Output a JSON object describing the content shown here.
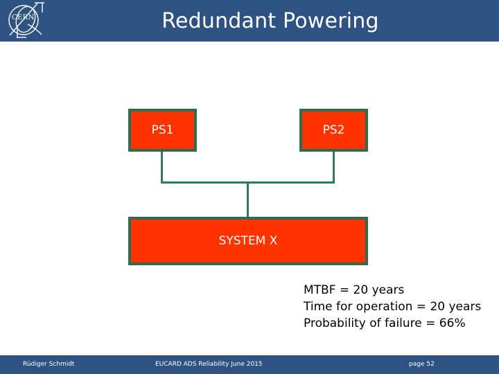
{
  "slide": {
    "title": "Redundant Powering",
    "logo_alt": "CERN"
  },
  "diagram": {
    "nodes": [
      {
        "id": "ps1",
        "label": "PS1"
      },
      {
        "id": "ps2",
        "label": "PS2"
      },
      {
        "id": "system",
        "label": "SYSTEM X"
      }
    ],
    "colors": {
      "node_fill": "#ff3300",
      "node_border": "#2f6b4d",
      "connector": "#2f7a5e",
      "node_text": "#ffffff"
    }
  },
  "annotations": {
    "lines": [
      "MTBF = 20 years",
      "Time for operation = 20 years",
      "Probability of failure = 66%"
    ]
  },
  "footer": {
    "author": "Rüdiger Schmidt",
    "event": "EUCARD ADS Reliability June 2015",
    "page": "page 52"
  },
  "theme": {
    "header_blue": "#2e5282",
    "background": "#ffffff"
  }
}
